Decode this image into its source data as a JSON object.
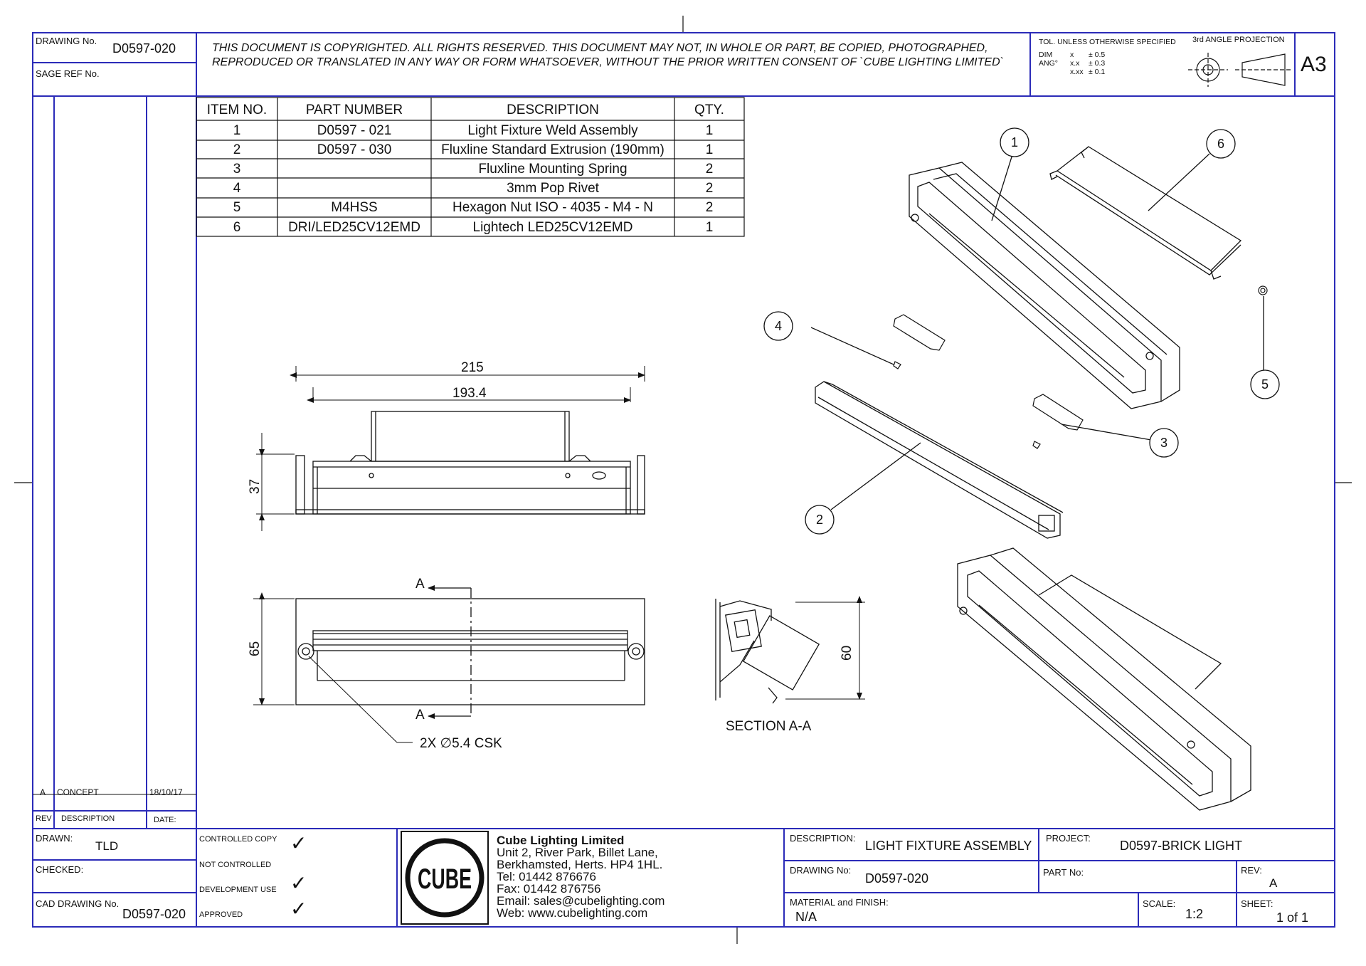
{
  "header": {
    "drawing_no_label": "DRAWING No.",
    "drawing_no": "D0597-020",
    "sage_ref_label": "SAGE REF No.",
    "copyright_line1": "THIS DOCUMENT IS COPYRIGHTED. ALL RIGHTS RESERVED. THIS DOCUMENT MAY NOT, IN WHOLE OR PART, BE COPIED, PHOTOGRAPHED,",
    "copyright_line2": "REPRODUCED OR TRANSLATED IN ANY WAY OR FORM WHATSOEVER, WITHOUT THE PRIOR WRITTEN CONSENT OF `CUBE LIGHTING  LIMITED`",
    "tol_label": "TOL. UNLESS OTHERWISE SPECIFIED",
    "tol_dim": "DIM",
    "tol_ang": "ANG°",
    "tol_x": "x",
    "tol_xx": "x.x",
    "tol_xxx": "x.xx",
    "tol_v1": "± 0.5",
    "tol_v2": "± 0.3",
    "tol_v3": "± 0.1",
    "projection_label": "3rd ANGLE PROJECTION",
    "sheet_size": "A3"
  },
  "bom": {
    "headers": [
      "ITEM NO.",
      "PART NUMBER",
      "DESCRIPTION",
      "QTY."
    ],
    "rows": [
      [
        "1",
        "D0597 - 021",
        "Light Fixture Weld Assembly",
        "1"
      ],
      [
        "2",
        "D0597 - 030",
        "Fluxline Standard Extrusion (190mm)",
        "1"
      ],
      [
        "3",
        "",
        "Fluxline Mounting Spring",
        "2"
      ],
      [
        "4",
        "",
        "3mm Pop Rivet",
        "2"
      ],
      [
        "5",
        "M4HSS",
        "Hexagon Nut ISO - 4035 - M4 - N",
        "2"
      ],
      [
        "6",
        "DRI/LED25CV12EMD",
        "Lightech LED25CV12EMD",
        "1"
      ]
    ]
  },
  "dimensions": {
    "overall_width": "215",
    "inner_width": "193.4",
    "height": "37",
    "face_height": "65",
    "section_height": "60",
    "section_marker": "A",
    "hole_note": "2X ∅5.4 CSK",
    "section_label": "SECTION A-A"
  },
  "balloons": [
    "1",
    "2",
    "3",
    "4",
    "5",
    "6"
  ],
  "revisions": {
    "rev": "A",
    "description": "CONCEPT",
    "date": "18/10/17",
    "rev_header": "REV",
    "desc_header": "DESCRIPTION",
    "date_header": "DATE:"
  },
  "title_block": {
    "drawn_label": "DRAWN:",
    "drawn_value": "TLD",
    "checked_label": "CHECKED:",
    "cad_label": "CAD DRAWING No.",
    "cad_value": "D0597-020",
    "controlled_copy": "CONTROLLED COPY",
    "not_controlled": "NOT CONTROLLED",
    "development_use": "DEVELOPMENT USE",
    "approved": "APPROVED",
    "check_mark": "✓",
    "company_name": "Cube Lighting Limited",
    "address1": "Unit 2, River Park, Billet Lane,",
    "address2": "Berkhamsted, Herts. HP4 1HL.",
    "tel": "Tel: 01442 876676",
    "fax": "Fax: 01442 876756",
    "email": "Email: sales@cubelighting.com",
    "web": "Web: www.cubelighting.com",
    "logo_text": "CUBE",
    "description_label": "DESCRIPTION:",
    "description_value": "LIGHT FIXTURE ASSEMBLY",
    "project_label": "PROJECT:",
    "project_value": "D0597-BRICK LIGHT",
    "drawing_no_label": "DRAWING No:",
    "drawing_no_value": "D0597-020",
    "part_no_label": "PART No:",
    "rev_label": "REV:",
    "rev_value": "A",
    "material_label": "MATERIAL and FINISH:",
    "material_value": "N/A",
    "scale_label": "SCALE:",
    "scale_value": "1:2",
    "sheet_label": "SHEET:",
    "sheet_value": "1 of 1"
  }
}
